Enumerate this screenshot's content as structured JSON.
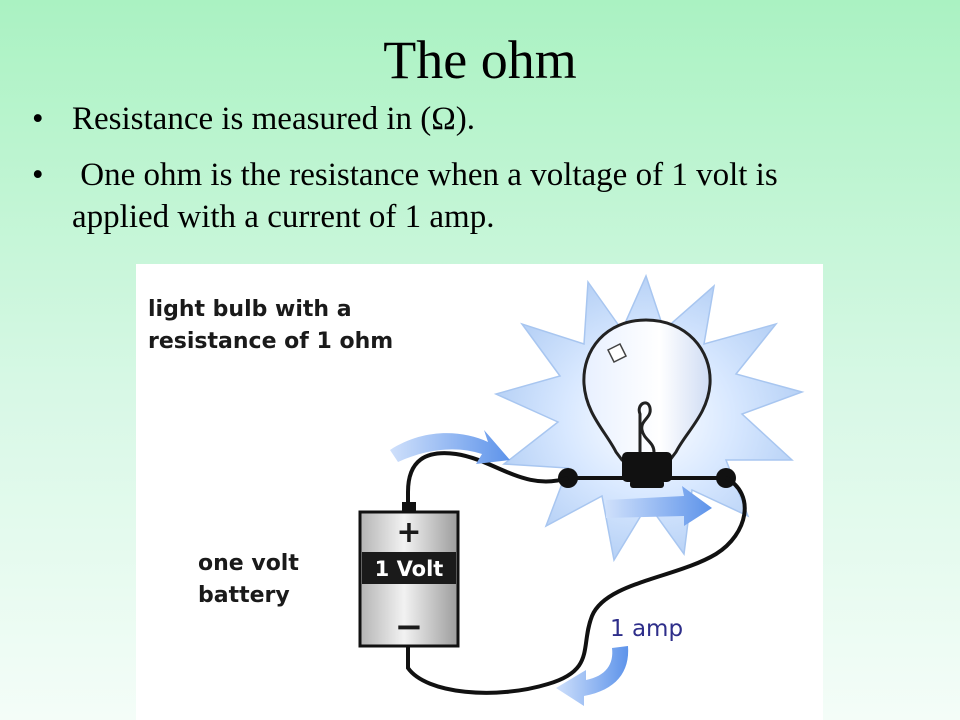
{
  "slide": {
    "title": "The ohm",
    "bullets": [
      {
        "marker": "•",
        "text": "Resistance is measured in (Ω)."
      },
      {
        "marker": "•",
        "text": " One ohm is the resistance when a voltage of 1 volt is applied with a current of 1 amp."
      }
    ]
  },
  "diagram": {
    "bulb_label_line1": "light bulb with a",
    "bulb_label_line2": "resistance of 1 ohm",
    "battery_label_line1": "one volt",
    "battery_label_line2": "battery",
    "battery_text": "1 Volt",
    "battery_plus": "+",
    "battery_minus": "−",
    "current_label": "1 amp"
  }
}
